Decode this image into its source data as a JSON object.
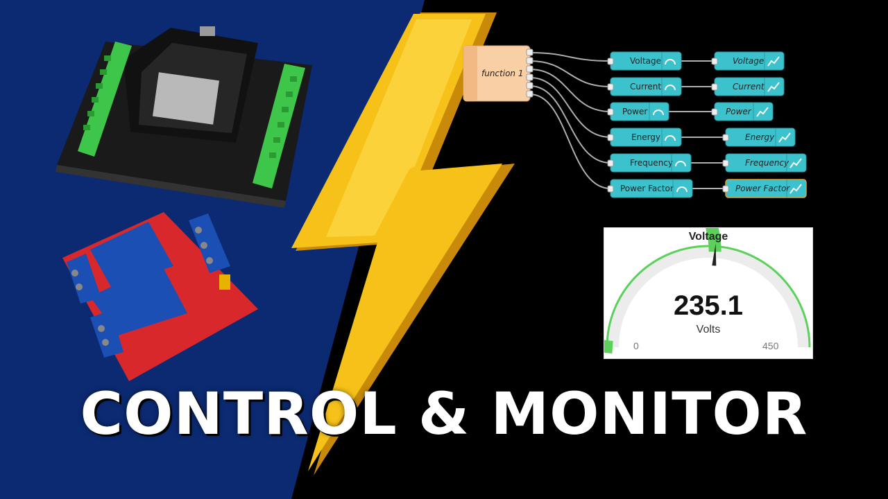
{
  "headline": "CONTROL & MONITOR",
  "colors": {
    "left_bg": "#0b2a72",
    "right_bg": "#000000",
    "bolt": "#f6c21a",
    "node_fill": "#3cc2cc",
    "function_fill": "#f9cfa6",
    "gauge_green": "#5bd15b",
    "relay_board": "#d8282c",
    "relay_block": "#1b4fb3",
    "esp_board": "#1c1c1c",
    "terminal_green": "#3ec64a"
  },
  "flow": {
    "function_node": {
      "label": "function 1"
    },
    "gauge_nodes": [
      {
        "label": "Voltage",
        "icon": "gauge-icon"
      },
      {
        "label": "Current",
        "icon": "gauge-icon"
      },
      {
        "label": "Power",
        "icon": "gauge-icon"
      },
      {
        "label": "Energy",
        "icon": "gauge-icon"
      },
      {
        "label": "Frequency",
        "icon": "gauge-icon"
      },
      {
        "label": "Power Factor",
        "icon": "gauge-icon"
      }
    ],
    "chart_nodes": [
      {
        "label": "Voltage",
        "icon": "chart-icon"
      },
      {
        "label": "Current",
        "icon": "chart-icon"
      },
      {
        "label": "Power",
        "icon": "chart-icon"
      },
      {
        "label": "Energy",
        "icon": "chart-icon"
      },
      {
        "label": "Frequency",
        "icon": "chart-icon"
      },
      {
        "label": "Power Factor",
        "icon": "chart-icon"
      }
    ]
  },
  "gauge": {
    "title": "Voltage",
    "value": "235.1",
    "value_number": 235.1,
    "units": "Volts",
    "min_label": "0",
    "max_label": "450",
    "min": 0,
    "max": 450
  }
}
